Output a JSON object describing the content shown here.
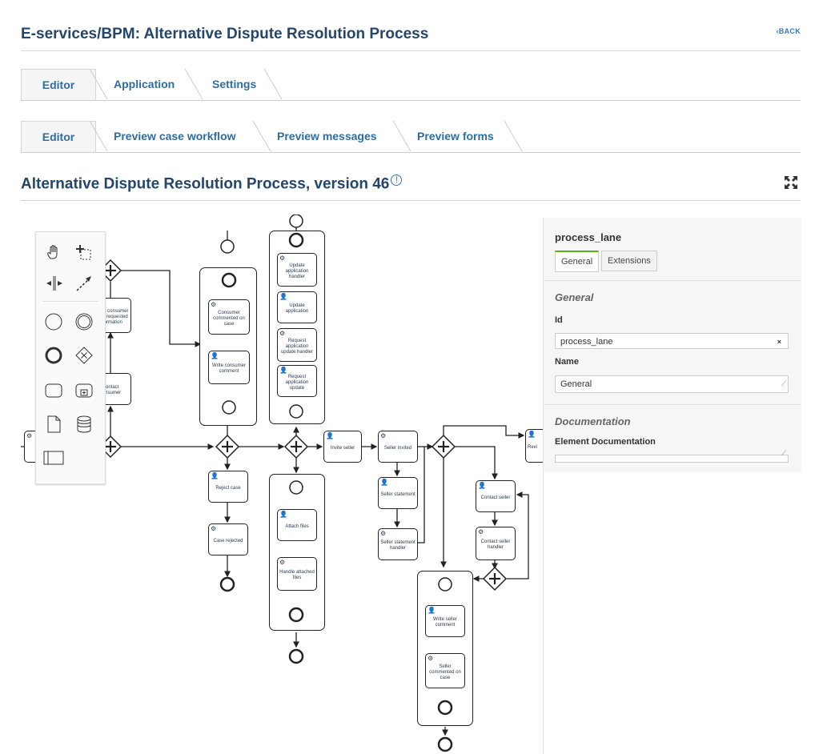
{
  "header": {
    "title": "E-services/BPM: Alternative Dispute Resolution Process",
    "back_label": "BACK"
  },
  "main_tabs": [
    "Editor",
    "Application",
    "Settings"
  ],
  "sub_tabs": [
    "Editor",
    "Preview case workflow",
    "Preview messages",
    "Preview forms"
  ],
  "section": {
    "title": "Alternative Dispute Resolution Process, version 46",
    "info_icon": "info-icon",
    "fullscreen_icon": "expand-icon"
  },
  "palette": {
    "tools": [
      "hand-tool-icon",
      "lasso-tool-icon",
      "space-tool-icon",
      "connect-tool-icon",
      "start-event-icon",
      "intermediate-event-icon",
      "end-event-icon",
      "gateway-icon",
      "task-icon",
      "subprocess-icon",
      "data-object-icon",
      "data-store-icon",
      "participant-icon"
    ]
  },
  "diagram": {
    "tasks": [
      "Inform consumer about requested information",
      "Contact consumer",
      "Consumer commented on case",
      "Write consumer comment",
      "Update application handler",
      "Update application",
      "Request application update handler",
      "Request application update",
      "Invite seller",
      "Seller invited",
      "Seller statement",
      "Seller statement handler",
      "Reject case",
      "Case rejected",
      "Attach files",
      "Handle attached files",
      "Contact seller",
      "Contact seller handler",
      "Write seller comment",
      "Seller commented on case",
      "Revi"
    ]
  },
  "properties": {
    "element_name": "process_lane",
    "tabs": [
      "General",
      "Extensions"
    ],
    "general_title": "General",
    "id_label": "Id",
    "id_value": "process_lane",
    "name_label": "Name",
    "name_value": "General",
    "documentation_title": "Documentation",
    "element_doc_label": "Element Documentation",
    "element_doc_value": ""
  }
}
